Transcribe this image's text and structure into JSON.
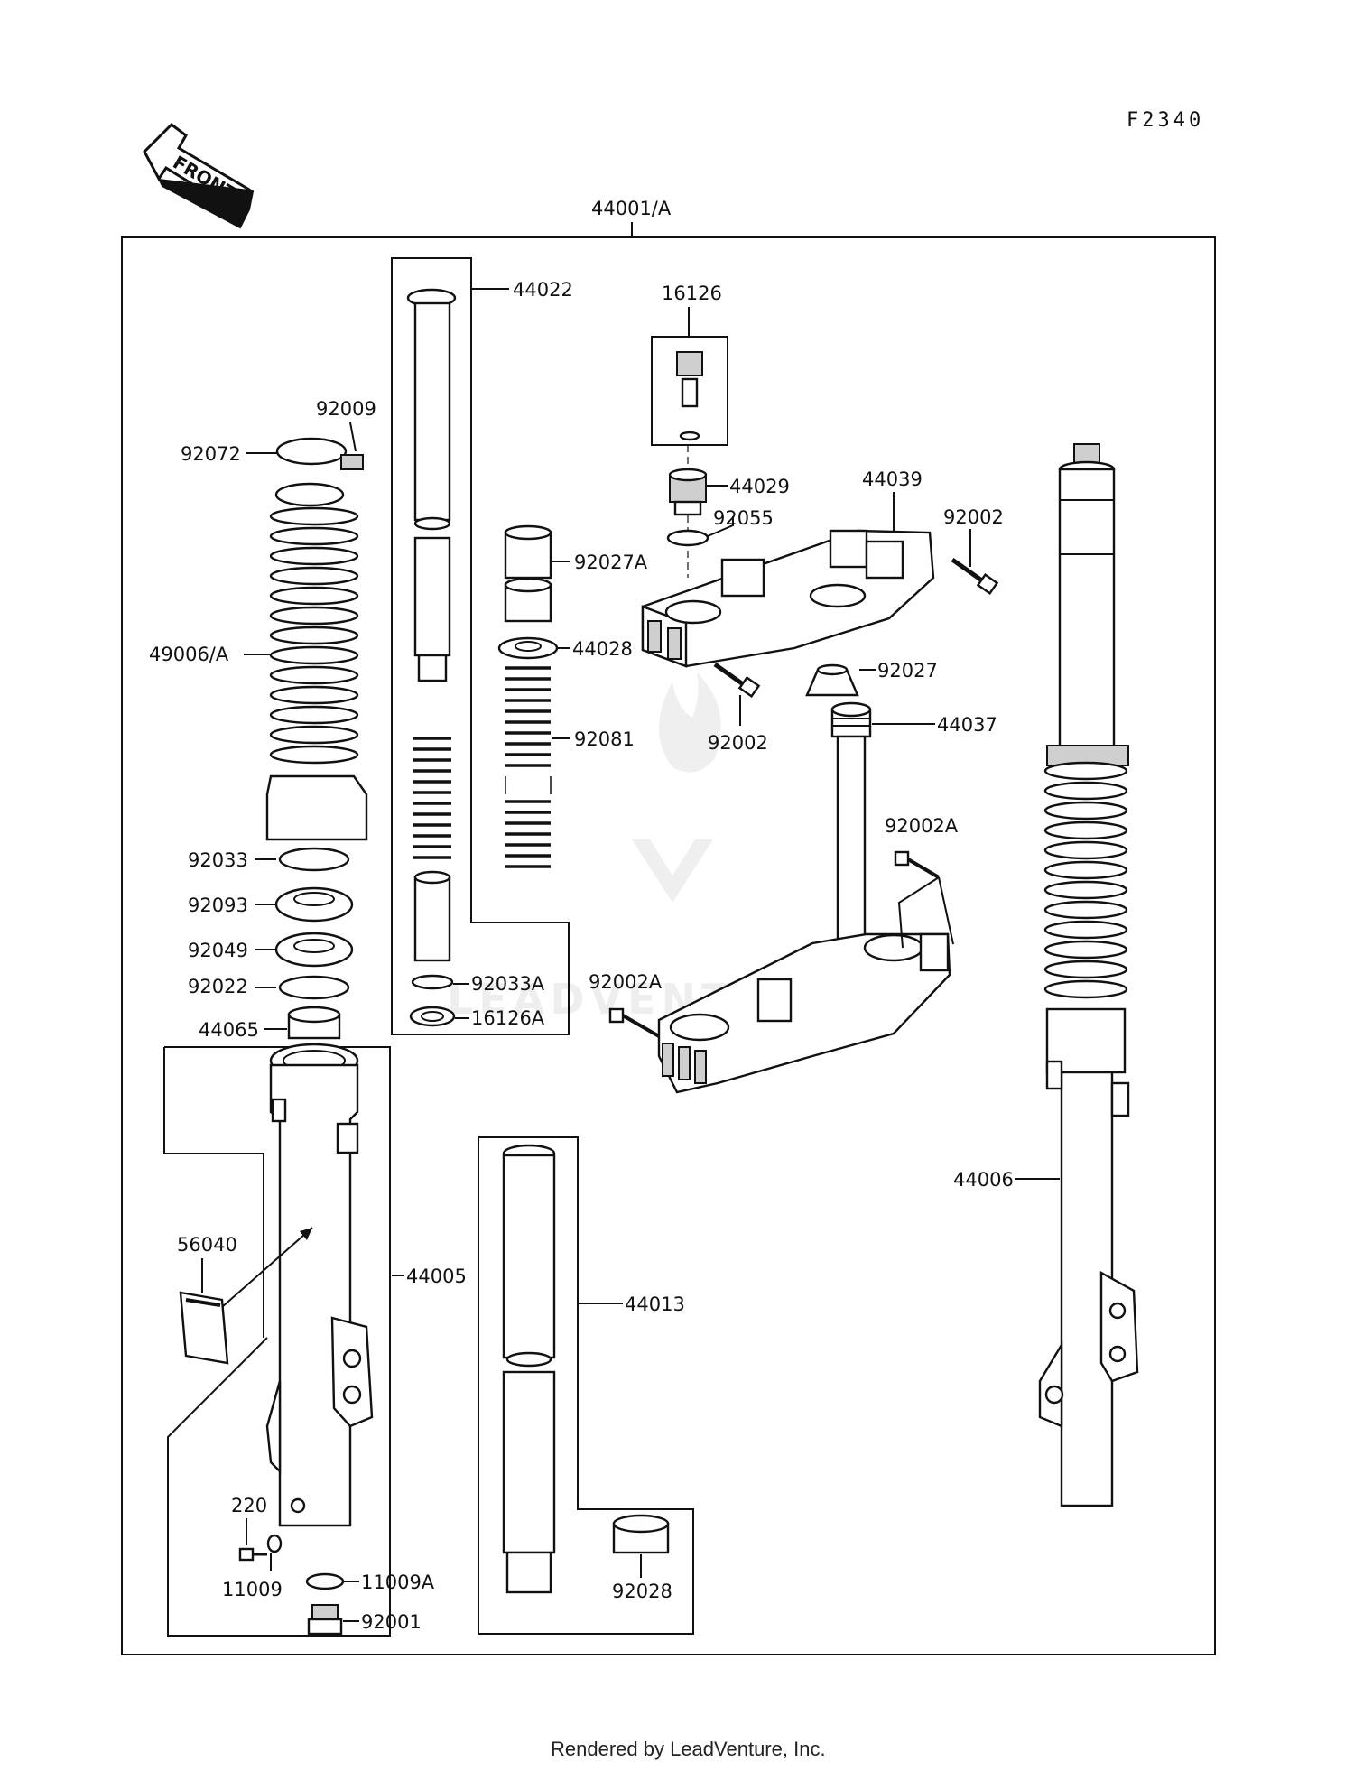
{
  "diagram_code": "F2340",
  "front_arrow_label": "FRONT",
  "assembly_label": "44001/A",
  "footer_text": "Rendered by LeadVenture, Inc.",
  "watermark_text": "LEADVENTURE",
  "part_labels": {
    "p44022": "44022",
    "p16126": "16126",
    "p92009": "92009",
    "p92072": "92072",
    "p44029": "44029",
    "p44039": "44039",
    "p92055": "92055",
    "p92002_top": "92002",
    "p92027A": "92027A",
    "p49006A": "49006/A",
    "p44028": "44028",
    "p92027": "92027",
    "p92002_mid": "92002",
    "p92081": "92081",
    "p44037": "44037",
    "p92002A_top": "92002A",
    "p92033": "92033",
    "p92093": "92093",
    "p92049": "92049",
    "p92022": "92022",
    "p92033A": "92033A",
    "p92002A_mid": "92002A",
    "p44065": "44065",
    "p16126A": "16126A",
    "p44006": "44006",
    "p56040": "56040",
    "p44005": "44005",
    "p44013": "44013",
    "p220": "220",
    "p11009": "11009",
    "p11009A": "11009A",
    "p92001": "92001",
    "p92028": "92028"
  }
}
